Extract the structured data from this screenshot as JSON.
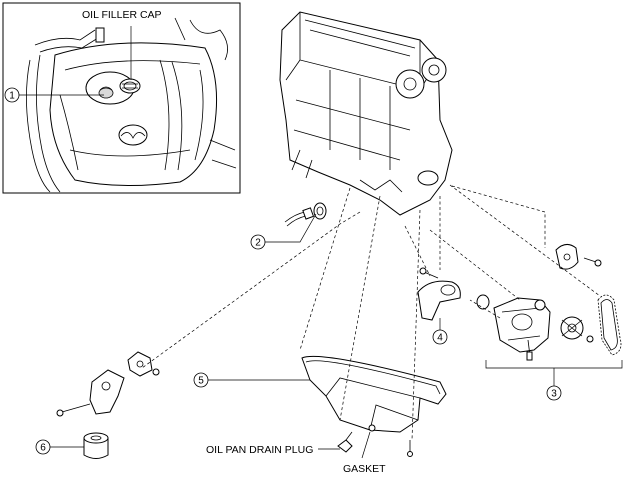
{
  "labels": {
    "oil_filler_cap": "OIL FILLER CAP",
    "oil_pan_drain_plug": "OIL PAN DRAIN PLUG",
    "gasket": "GASKET"
  },
  "callouts": [
    {
      "number": "1"
    },
    {
      "number": "2"
    },
    {
      "number": "3"
    },
    {
      "number": "4"
    },
    {
      "number": "5"
    },
    {
      "number": "6"
    }
  ]
}
